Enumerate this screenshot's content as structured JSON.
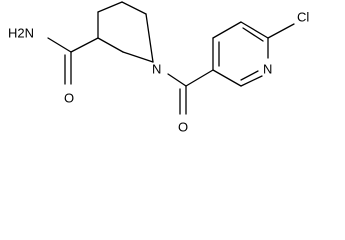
{
  "molecule": {
    "atoms": {
      "chlorine": "Cl",
      "amide_nh2": "H2N",
      "amide_oxygen": "O",
      "piperidine_nitrogen": "N",
      "ketone_oxygen": "O",
      "pyridine_nitrogen": "N"
    },
    "colors": {
      "bond": "#000000",
      "label": "#000000",
      "background": "#ffffff"
    }
  }
}
